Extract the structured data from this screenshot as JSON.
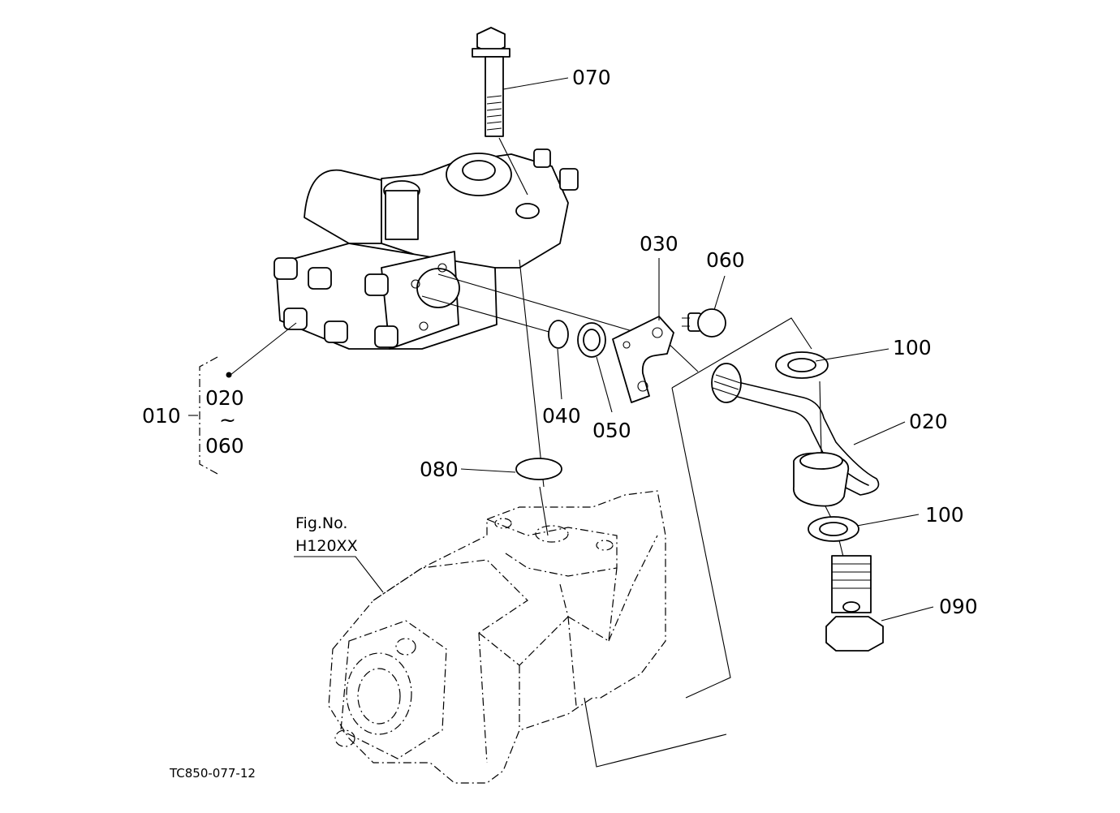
{
  "callouts": {
    "c070": "070",
    "c030": "030",
    "c060_top": "060",
    "c100_top": "100",
    "c020_right": "020",
    "c040": "040",
    "c050": "050",
    "c010": "010",
    "c020_group": "020",
    "c_tilde": "~",
    "c060_group": "060",
    "c080": "080",
    "c100_bottom": "100",
    "c090": "090"
  },
  "figure_ref": {
    "line1": "Fig.No.",
    "line2": "H120XX"
  },
  "drawing_code": "TC850-077-12"
}
